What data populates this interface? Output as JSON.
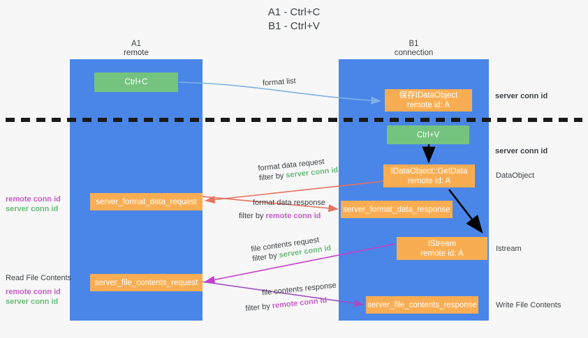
{
  "title": {
    "line1": "A1 - Ctrl+C",
    "line2": "B1 - Ctrl+V"
  },
  "colors": {
    "background": "#f7f7f7",
    "lane": "#4a86e8",
    "node_orange": "#f9ad53",
    "node_green": "#74c480",
    "text": "#3c4043",
    "server_conn_id": "#6aba7a",
    "remote_conn_id": "#c45ec4",
    "arrow_light_blue": "#7fb2e5",
    "arrow_red": "#e8715f",
    "arrow_magenta": "#c93cc9",
    "arrow_purple": "#a24fc4",
    "arrow_black": "#000000",
    "divider": "#1a1a1a"
  },
  "lanes": [
    {
      "id": "a1",
      "name": "A1",
      "sub": "remote"
    },
    {
      "id": "b1",
      "name": "B1",
      "sub": "connection"
    }
  ],
  "nodes": [
    {
      "id": "ctrl_c",
      "kind": "green",
      "line1": "Ctrl+C",
      "line2": ""
    },
    {
      "id": "save_idataobject",
      "kind": "orange",
      "line1": "保存IDataObject",
      "line2": "remote id: A"
    },
    {
      "id": "ctrl_v",
      "kind": "green",
      "line1": "Ctrl+V",
      "line2": ""
    },
    {
      "id": "getdata",
      "kind": "orange",
      "line1": "IDataObject::GetData",
      "line2": "remote id: A"
    },
    {
      "id": "server_format_data_request",
      "kind": "orange",
      "line1": "server_format_data_request",
      "line2": ""
    },
    {
      "id": "server_format_data_response",
      "kind": "orange",
      "line1": "server_format_data_response",
      "line2": ""
    },
    {
      "id": "istream",
      "kind": "orange",
      "line1": "IStream",
      "line2": "remote id: A"
    },
    {
      "id": "server_file_contents_request",
      "kind": "orange",
      "line1": "server_file_contents_request",
      "line2": ""
    },
    {
      "id": "server_file_contents_response",
      "kind": "orange",
      "line1": "server_file_contents_response",
      "line2": ""
    }
  ],
  "edge_labels": {
    "format_list": "format list",
    "format_data_request": "format data request",
    "format_data_request_filter_prefix": "filter by ",
    "format_data_request_filter_value": "server conn id",
    "format_data_response": "format data response",
    "format_data_response_filter_prefix": "filter by ",
    "format_data_response_filter_value": "remote conn id",
    "file_contents_request": "file contents request",
    "file_contents_request_filter_prefix": "filter by ",
    "file_contents_request_filter_value": "server conn id",
    "file_contents_response": "file contents response",
    "file_contents_response_filter_prefix": "filter by ",
    "file_contents_response_filter_value": "remote conn id"
  },
  "right_labels": {
    "server_conn_id_top": "server conn id",
    "server_conn_id_mid": "server conn id",
    "dataobject": "DataObject",
    "istream": "Istream",
    "write_file_contents": "Write File Contents"
  },
  "left_labels": {
    "remote_conn_id_1": "remote conn id",
    "server_conn_id_1": "server conn id",
    "read_file_contents": "Read File Contents",
    "remote_conn_id_2": "remote conn id",
    "server_conn_id_2": "server conn id"
  }
}
